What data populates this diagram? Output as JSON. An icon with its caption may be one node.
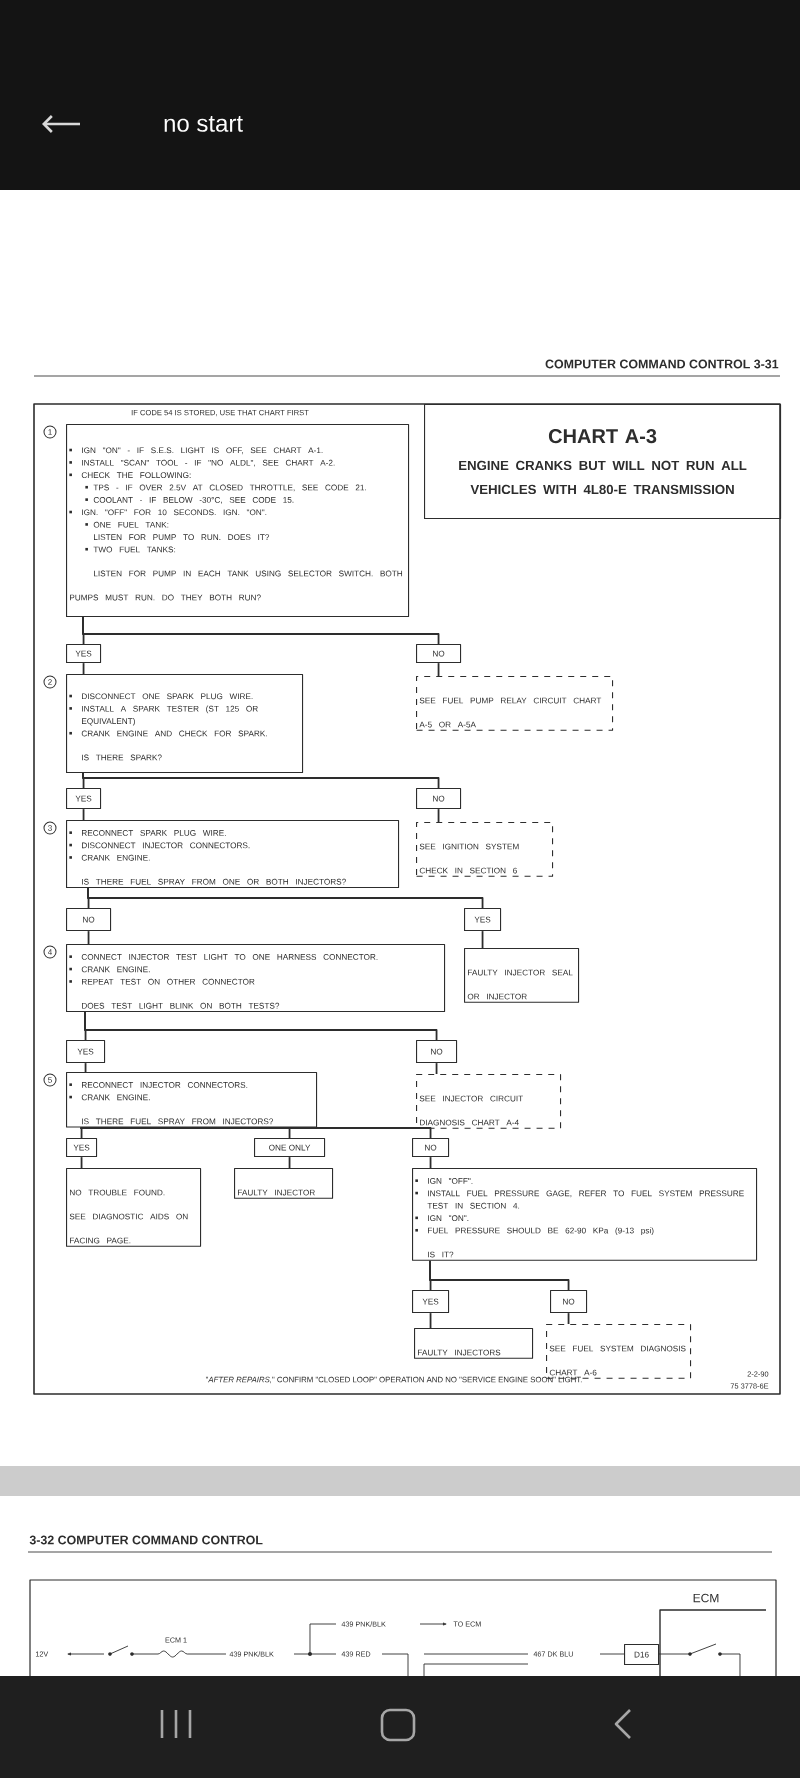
{
  "diagram": {
    "title": "no start",
    "nodes": [
      {
        "text": [
          "IGN \"ON\" - IF S.E.S. LIGHT IS OFF, SEE CHART A-1.",
          "INSTALL \"SCAN\" TOOL - IF \"NO ALDL\", SEE CHART A-2.",
          "CHECK THE FOLLOWING:",
          "TPS - IF OVER 2.5V AT CLOSED THROTTLE, SEE CODE 21.",
          "COOLANT - IF BELOW -30°C, SEE CODE 15.",
          "IGN. \"OFF\" FOR 10 SECONDS. IGN. \"ON\".",
          "ONE FUEL TANK:",
          "LISTEN FOR PUMP TO RUN. DOES IT?",
          "TWO FUEL TANKS:",
          "LISTEN FOR PUMP IN EACH TANK USING SELECTOR SWITCH. BOTH PUMPS MUST RUN. DO THEY BOTH RUN?"
        ],
        "beside": [
          "1"
        ]
      },
      {
        "text": [
          "CHART A-3",
          "ENGINE CRANKS BUT WILL NOT RUN ALL VEHICLES WITH 4L80-E TRANSMISSION"
        ]
      },
      {
        "text": [
          "YES"
        ]
      },
      {
        "text": [
          "NO"
        ]
      },
      {
        "text": [
          "DISCONNECT ONE SPARK PLUG WIRE.",
          "INSTALL A SPARK TESTER (ST 125 OR EQUIVALENT)",
          "CRANK ENGINE AND CHECK FOR SPARK.",
          "IS THERE SPARK?"
        ],
        "beside": [
          "2"
        ]
      },
      {
        "text": [
          "SEE FUEL PUMP RELAY CIRCUIT CHART A-5 OR A-5A"
        ]
      },
      {
        "text": [
          "YES"
        ]
      },
      {
        "text": [
          "NO"
        ]
      },
      {
        "text": [
          "RECONNECT SPARK PLUG WIRE.",
          "DISCONNECT INJECTOR CONNECTORS.",
          "CRANK ENGINE.",
          "IS THERE FUEL SPRAY FROM ONE OR BOTH INJECTORS?"
        ],
        "beside": [
          "3"
        ]
      },
      {
        "text": [
          "SEE IGNITION SYSTEM CHECK IN SECTION 6"
        ]
      },
      {
        "text": [
          "NO"
        ]
      },
      {
        "text": [
          "YES"
        ]
      },
      {
        "text": [
          "CONNECT INJECTOR TEST LIGHT TO ONE HARNESS CONNECTOR.",
          "CRANK ENGINE.",
          "REPEAT TEST ON OTHER CONNECTOR",
          "DOES TEST LIGHT BLINK ON BOTH TESTS?"
        ],
        "beside": [
          "4"
        ]
      },
      {
        "text": [
          "FAULTY INJECTOR SEAL OR INJECTOR"
        ]
      },
      {
        "text": [
          "YES"
        ]
      },
      {
        "text": [
          "NO"
        ]
      },
      {
        "text": [
          "RECONNECT INJECTOR CONNECTORS.",
          "CRANK ENGINE.",
          "IS THERE FUEL SPRAY FROM INJECTORS?"
        ],
        "beside": [
          "5"
        ]
      },
      {
        "text": [
          "SEE INJECTOR CIRCUIT DIAGNOSIS CHART A-4"
        ]
      },
      {
        "text": [
          "YES"
        ]
      },
      {
        "text": [
          "ONE ONLY"
        ]
      },
      {
        "text": [
          "NO"
        ]
      },
      {
        "text": [
          "NO TROUBLE FOUND. SEE DIAGNOSTIC AIDS ON FACING PAGE."
        ]
      },
      {
        "text": [
          "FAULTY INJECTOR"
        ]
      },
      {
        "text": [
          "IGN \"OFF\".",
          "INSTALL FUEL PRESSURE GAGE, REFER TO FUEL SYSTEM PRESSURE TEST IN SECTION 4.",
          "IGN \"ON\".",
          "FUEL PRESSURE SHOULD BE 62-90 KPa (9-13 psi)",
          "IS IT?"
        ]
      },
      {
        "text": [
          "YES"
        ]
      },
      {
        "text": [
          "NO"
        ]
      },
      {
        "text": [
          "FAULTY INJECTORS"
        ]
      },
      {
        "text": [
          "SEE FUEL SYSTEM DIAGNOSIS CHART A-6"
        ]
      },
      {
        "text": [
          "D16"
        ]
      }
    ],
    "edges": [
      {
        "from": 0,
        "to": 2,
        "arrow": "none"
      },
      {
        "from": 0,
        "to": 3,
        "arrow": "none"
      },
      {
        "from": 2,
        "to": 4,
        "arrow": "none"
      },
      {
        "from": 3,
        "to": 5,
        "arrow": "none"
      },
      {
        "from": 4,
        "to": 6,
        "arrow": "none"
      },
      {
        "from": 4,
        "to": 7,
        "arrow": "none"
      },
      {
        "from": 6,
        "to": 8,
        "arrow": "none"
      },
      {
        "from": 7,
        "to": 9,
        "arrow": "none"
      },
      {
        "from": 8,
        "to": 10,
        "arrow": "none"
      },
      {
        "from": 8,
        "to": 11,
        "arrow": "none"
      },
      {
        "from": 10,
        "to": 12,
        "arrow": "none"
      },
      {
        "from": 11,
        "to": 13,
        "arrow": "none"
      },
      {
        "from": 12,
        "to": 14,
        "arrow": "none"
      },
      {
        "from": 12,
        "to": 15,
        "arrow": "none"
      },
      {
        "from": 14,
        "to": 16,
        "arrow": "none"
      },
      {
        "from": 15,
        "to": 17,
        "arrow": "none"
      },
      {
        "from": 16,
        "to": 18,
        "arrow": "none"
      },
      {
        "from": 16,
        "to": 19,
        "arrow": "none"
      },
      {
        "from": 16,
        "to": 20,
        "arrow": "none"
      },
      {
        "from": 18,
        "to": 21,
        "arrow": "none"
      },
      {
        "from": 19,
        "to": 22,
        "arrow": "none"
      },
      {
        "from": 20,
        "to": 23,
        "arrow": "none"
      },
      {
        "from": 23,
        "to": 24,
        "arrow": "none"
      },
      {
        "from": 23,
        "to": 25,
        "arrow": "none"
      },
      {
        "from": 24,
        "to": 26,
        "arrow": "none"
      },
      {
        "from": 25,
        "to": 27,
        "arrow": "none"
      }
    ],
    "labels": [
      "COMPUTER COMMAND CONTROL 3-31",
      "IF CODE 54 IS STORED, USE THAT CHART FIRST",
      "\"*AFTER REPAIRS,*\" CONFIRM \"CLOSED LOOP\" OPERATION AND NO \"SERVICE ENGINE SOON\" LIGHT.",
      "2-2-90",
      "75 3778-6E",
      "3-32 COMPUTER COMMAND CONTROL",
      "ECM",
      "439 PNK/BLK",
      "TO ECM",
      "12V",
      "ECM 1",
      "439 PNK/BLK",
      "439 RED",
      "467 DK BLU"
    ]
  }
}
